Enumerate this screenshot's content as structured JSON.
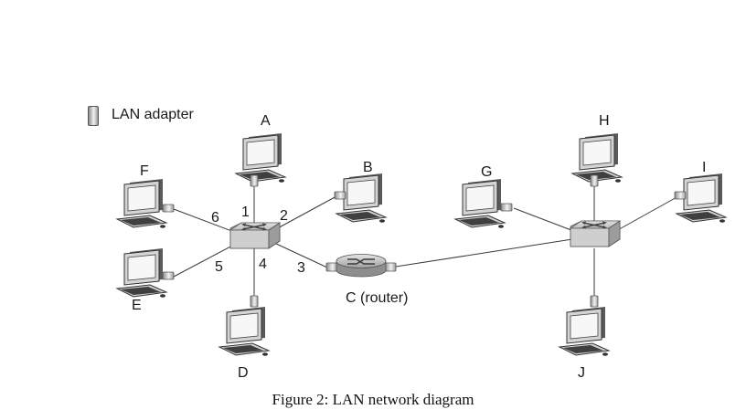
{
  "legend": {
    "label": "LAN adapter"
  },
  "hosts": {
    "A": "A",
    "B": "B",
    "D": "D",
    "E": "E",
    "F": "F",
    "G": "G",
    "H": "H",
    "I": "I",
    "J": "J"
  },
  "router": {
    "label": "C (router)"
  },
  "ports": {
    "p1": "1",
    "p2": "2",
    "p3": "3",
    "p4": "4",
    "p5": "5",
    "p6": "6"
  },
  "caption": "Figure 2: LAN network diagram",
  "colors": {
    "line": "#3a3a3a",
    "device_gray": "#bdbdbd",
    "screen": "#f4f4f4",
    "switch_fill": "#c9c9c9"
  }
}
